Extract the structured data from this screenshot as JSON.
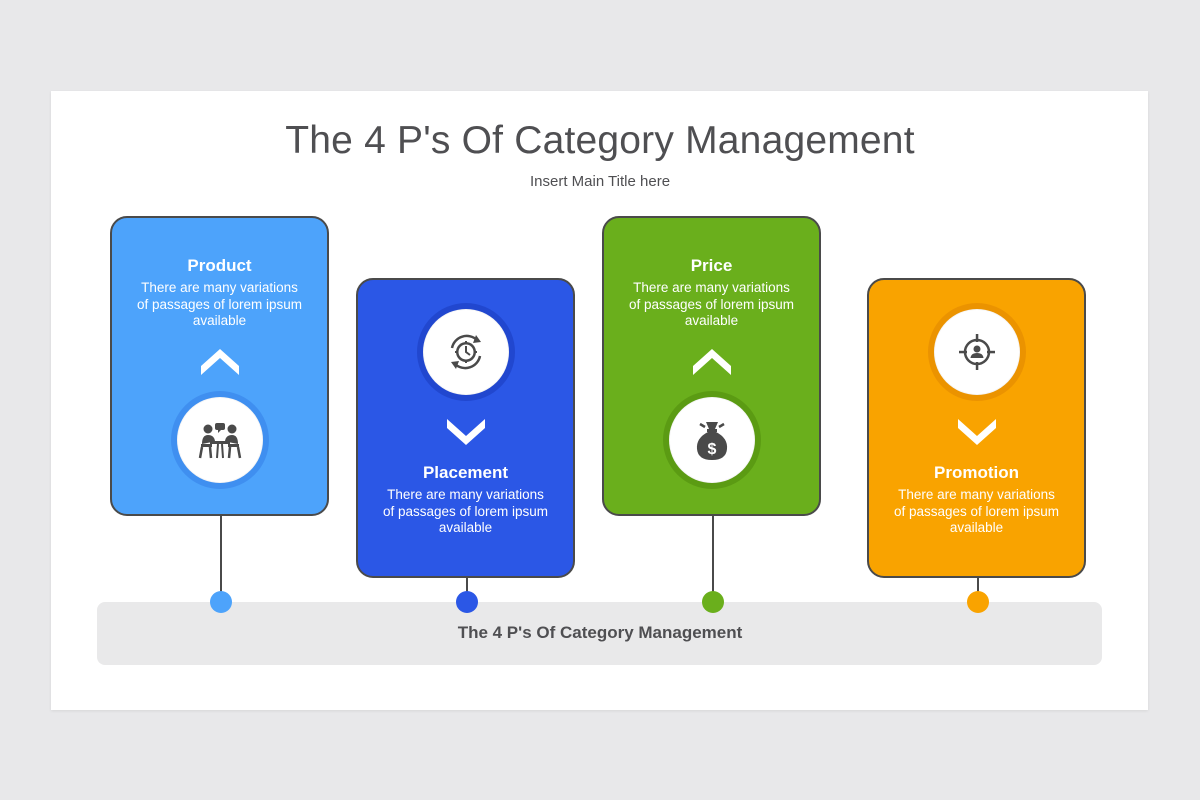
{
  "slide": {
    "title": "The 4 P's Of Category Management",
    "subtitle": "Insert Main Title here",
    "bottom_bar_label": "The 4 P's Of Category Management"
  },
  "cards": [
    {
      "label": "Product",
      "description": "There are many variations of passages of lorem ipsum available",
      "color": "#4da3fb",
      "ring": "#3f8ff0",
      "icon": "meeting-icon",
      "arrow": "up"
    },
    {
      "label": "Placement",
      "description": "There are many variations of passages of lorem ipsum available",
      "color": "#2b57e6",
      "ring": "#2147cf",
      "icon": "clock-cycle-icon",
      "arrow": "down"
    },
    {
      "label": "Price",
      "description": "There are many variations of passages of lorem ipsum available",
      "color": "#6aaf1c",
      "ring": "#5b9b13",
      "icon": "money-bag-icon",
      "arrow": "up"
    },
    {
      "label": "Promotion",
      "description": "There are many variations of passages of lorem ipsum available",
      "color": "#f9a300",
      "ring": "#eb9300",
      "icon": "target-person-icon",
      "arrow": "down"
    }
  ]
}
